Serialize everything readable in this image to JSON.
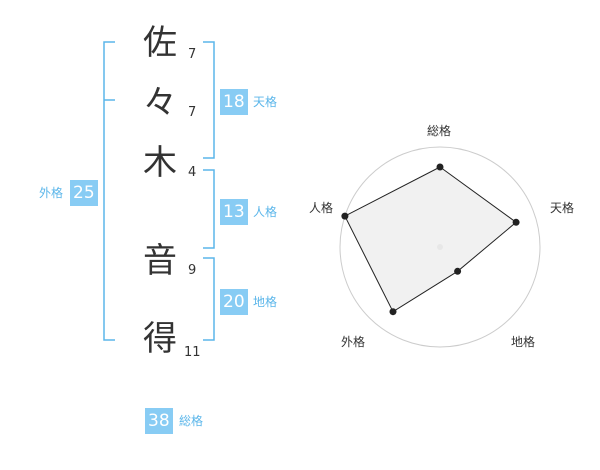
{
  "colors": {
    "accent": "#5bb6ea",
    "badge_bg": "#88ccf4",
    "text": "#333333",
    "ring_stroke": "#cccccc",
    "polygon_fill": "#eeeeee",
    "polygon_stroke": "#222222"
  },
  "name": {
    "characters": [
      {
        "char": "佐",
        "strokes": "7"
      },
      {
        "char": "々",
        "strokes": "7"
      },
      {
        "char": "木",
        "strokes": "4"
      },
      {
        "char": "音",
        "strokes": "9"
      },
      {
        "char": "得",
        "strokes": "11"
      }
    ]
  },
  "fortunes": {
    "tenkaku": {
      "value": "18",
      "label": "天格"
    },
    "jinkaku": {
      "value": "13",
      "label": "人格"
    },
    "chikaku": {
      "value": "20",
      "label": "地格"
    },
    "gaikaku": {
      "value": "25",
      "label": "外格"
    },
    "soukaku": {
      "value": "38",
      "label": "総格"
    }
  },
  "chart_data": {
    "type": "radar",
    "axes": [
      "総格",
      "天格",
      "地格",
      "外格",
      "人格"
    ],
    "values": [
      0.8,
      0.8,
      0.3,
      0.8,
      1.0
    ],
    "range": [
      0,
      1
    ],
    "rings": 4,
    "grid": true
  }
}
